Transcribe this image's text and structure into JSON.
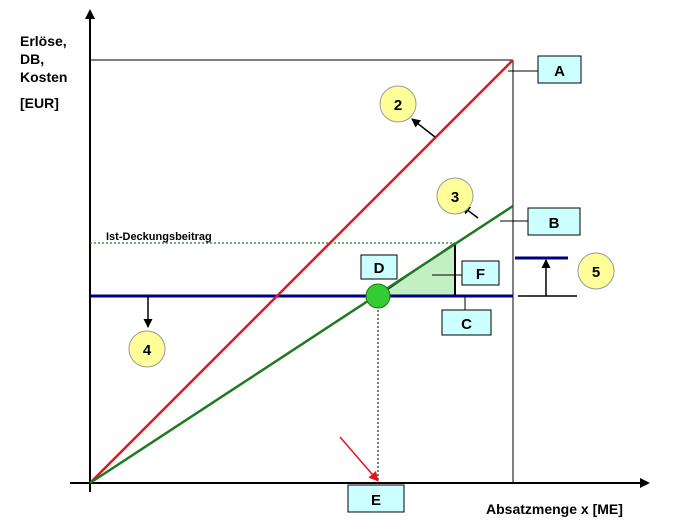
{
  "axes": {
    "y_label_lines": [
      "Erlöse,",
      "DB,",
      "Kosten"
    ],
    "y_unit": "[EUR]",
    "x_label": "Absatzmenge x [ME]"
  },
  "annotation": "Ist-Deckungsbeitrag",
  "boxes": {
    "A": "A",
    "B": "B",
    "C": "C",
    "D": "D",
    "E": "E",
    "F": "F"
  },
  "circles": {
    "c2": "2",
    "c3": "3",
    "c4": "4",
    "c5": "5"
  },
  "colors": {
    "revenue_line": "#e8141c",
    "db_line": "#217a21",
    "fixed_cost_line": "#000080",
    "box_fill": "#ccffff",
    "circle_fill": "#ffff99",
    "break_even_point": "#33cc33",
    "triangle_fill": "#c2f0c2"
  }
}
